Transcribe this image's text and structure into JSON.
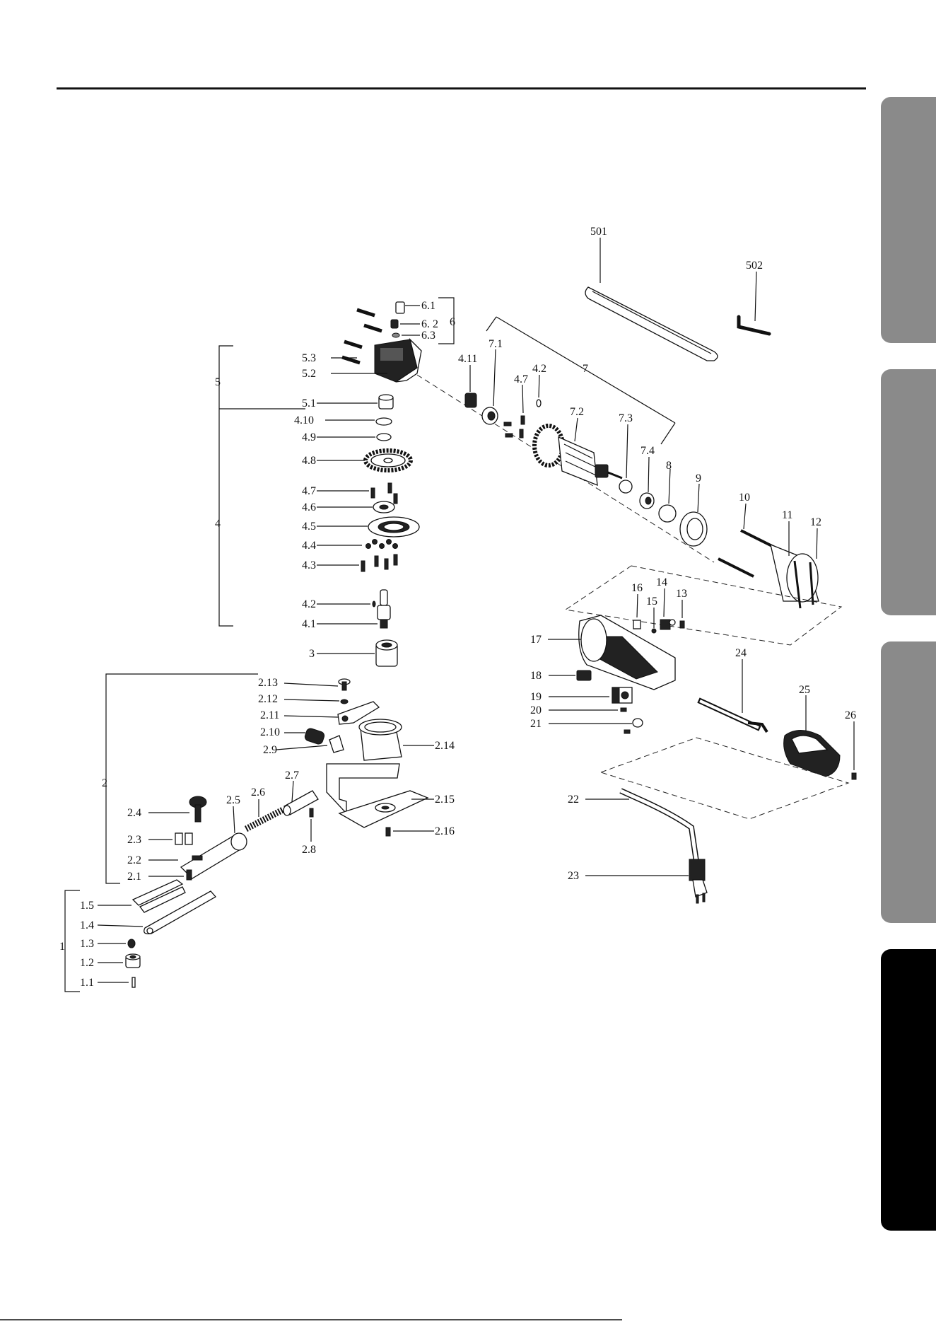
{
  "page": {
    "tabs": [
      {
        "name": "tab-1",
        "color": "#8a8a8a"
      },
      {
        "name": "tab-2",
        "color": "#8a8a8a"
      },
      {
        "name": "tab-3",
        "color": "#8a8a8a"
      },
      {
        "name": "tab-4-active",
        "color": "#000000"
      }
    ]
  },
  "parts": {
    "p501": "501",
    "p502": "502",
    "p6": "6",
    "p6_1": "6.1",
    "p6_2": "6. 2",
    "p6_3": "6.3",
    "p5": "5",
    "p5_1": "5.1",
    "p5_2": "5.2",
    "p5_3": "5.3",
    "p4": "4",
    "p4_1": "4.1",
    "p4_2": "4.2",
    "p4_3": "4.3",
    "p4_4": "4.4",
    "p4_5": "4.5",
    "p4_6": "4.6",
    "p4_7": "4.7",
    "p4_8": "4.8",
    "p4_9": "4.9",
    "p4_10": "4.10",
    "p4_11": "4.11",
    "p4_2b": "4.2",
    "p4_7b": "4.7",
    "p3": "3",
    "p7": "7",
    "p7_1": "7.1",
    "p7_2": "7.2",
    "p7_3": "7.3",
    "p7_4": "7.4",
    "p8": "8",
    "p9": "9",
    "p10": "10",
    "p11": "11",
    "p12": "12",
    "p13": "13",
    "p14": "14",
    "p15": "15",
    "p16": "16",
    "p17": "17",
    "p18": "18",
    "p19": "19",
    "p20": "20",
    "p21": "21",
    "p22": "22",
    "p23": "23",
    "p24": "24",
    "p25": "25",
    "p26": "26",
    "p2": "2",
    "p2_1": "2.1",
    "p2_2": "2.2",
    "p2_3": "2.3",
    "p2_4": "2.4",
    "p2_5": "2.5",
    "p2_6": "2.6",
    "p2_7": "2.7",
    "p2_8": "2.8",
    "p2_9": "2.9",
    "p2_10": "2.10",
    "p2_11": "2.11",
    "p2_12": "2.12",
    "p2_13": "2.13",
    "p2_14": "2.14",
    "p2_15": "2.15",
    "p2_16": "2.16",
    "p1": "1",
    "p1_1": "1.1",
    "p1_2": "1.2",
    "p1_3": "1.3",
    "p1_4": "1.4",
    "p1_5": "1.5"
  }
}
